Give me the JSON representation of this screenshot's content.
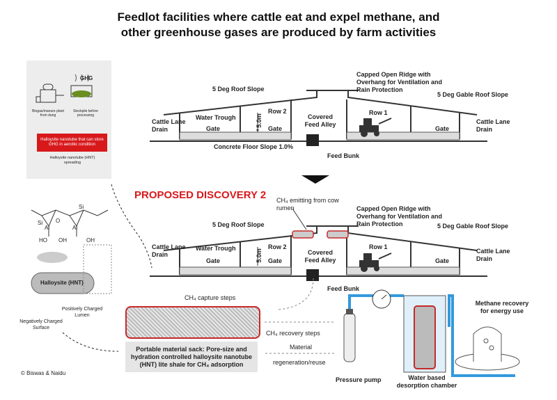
{
  "title_line1": "Feedlot facilities where cattle eat and expel methane, and",
  "title_line2": "other greenhouse gases are produced by farm activities",
  "proposed": "PROPOSED DISCOVERY 2",
  "credit": "© Biswas & Naidu",
  "colors": {
    "accent_red": "#d7191c",
    "pipe_blue": "#3399dd",
    "panel_grey": "#ededed"
  },
  "left_panel": {
    "ghg": "GHG",
    "biogas": "Biogas/manure plant from dung",
    "stockpile": "Stockpile before processing",
    "hnt_store": "Halloysite nanotube that can store GHG in aerobic condition",
    "hnt_spreading": "Halloysite nanotube (HNT) spreading"
  },
  "barn_top": {
    "roof_slope": "5 Deg Roof Slope",
    "capped_ridge": "Capped Open Ridge with Overhang for Ventilation and Rain Protection",
    "gable_slope": "5 Deg Gable Roof Slope",
    "lane_left": "Cattle Lane Drain",
    "water_trough": "Water Trough",
    "row2": "Row 2",
    "height": "5.0m",
    "covered": "Covered Feed Alley",
    "row1": "Row 1",
    "lane_right": "Cattle Lane Drain",
    "gate1": "Gate",
    "gate2": "Gate",
    "gate3": "Gate",
    "floor": "Concrete Floor Slope 1.0%",
    "feed_bunk": "Feed Bunk"
  },
  "barn_bottom": {
    "ch4_emit": "CH₄ emitting from cow rumen",
    "roof_slope": "5 Deg Roof Slope",
    "capped_ridge": "Capped Open Ridge with Overhang for Ventilation and Rain Protection",
    "gable_slope": "5 Deg Gable Roof Slope",
    "lane_left": "Cattle Lane Drain",
    "water_trough": "Water Trough",
    "row2": "Row 2",
    "height": "5.0m",
    "covered": "Covered Feed Alley",
    "row1": "Row 1",
    "lane_right": "Cattle Lane Drain",
    "gate1": "Gate",
    "gate2": "Gate",
    "gate3": "Gate",
    "feed_bunk": "Feed Bunk"
  },
  "hnt": {
    "si": "Si",
    "al": "Al",
    "o": "O",
    "ho": "HO",
    "oh": "OH",
    "halloysite": "Halloysite (HNT)",
    "positive": "Positively Charged Lumen",
    "negative": "Negatively Charged Surface"
  },
  "process": {
    "capture": "CH₄ capture steps",
    "recovery_steps": "CH₄ recovery steps",
    "material": "Material",
    "regen": "regeneration/reuse",
    "sack_label": "Portable material sack: Pore-size and hydration controlled halloysite nanotube (HNT) lite shale for CH₄ adsorption",
    "pump": "Pressure pump",
    "chamber": "Water based desorption chamber",
    "methane_recovery": "Methane recovery for energy use"
  }
}
